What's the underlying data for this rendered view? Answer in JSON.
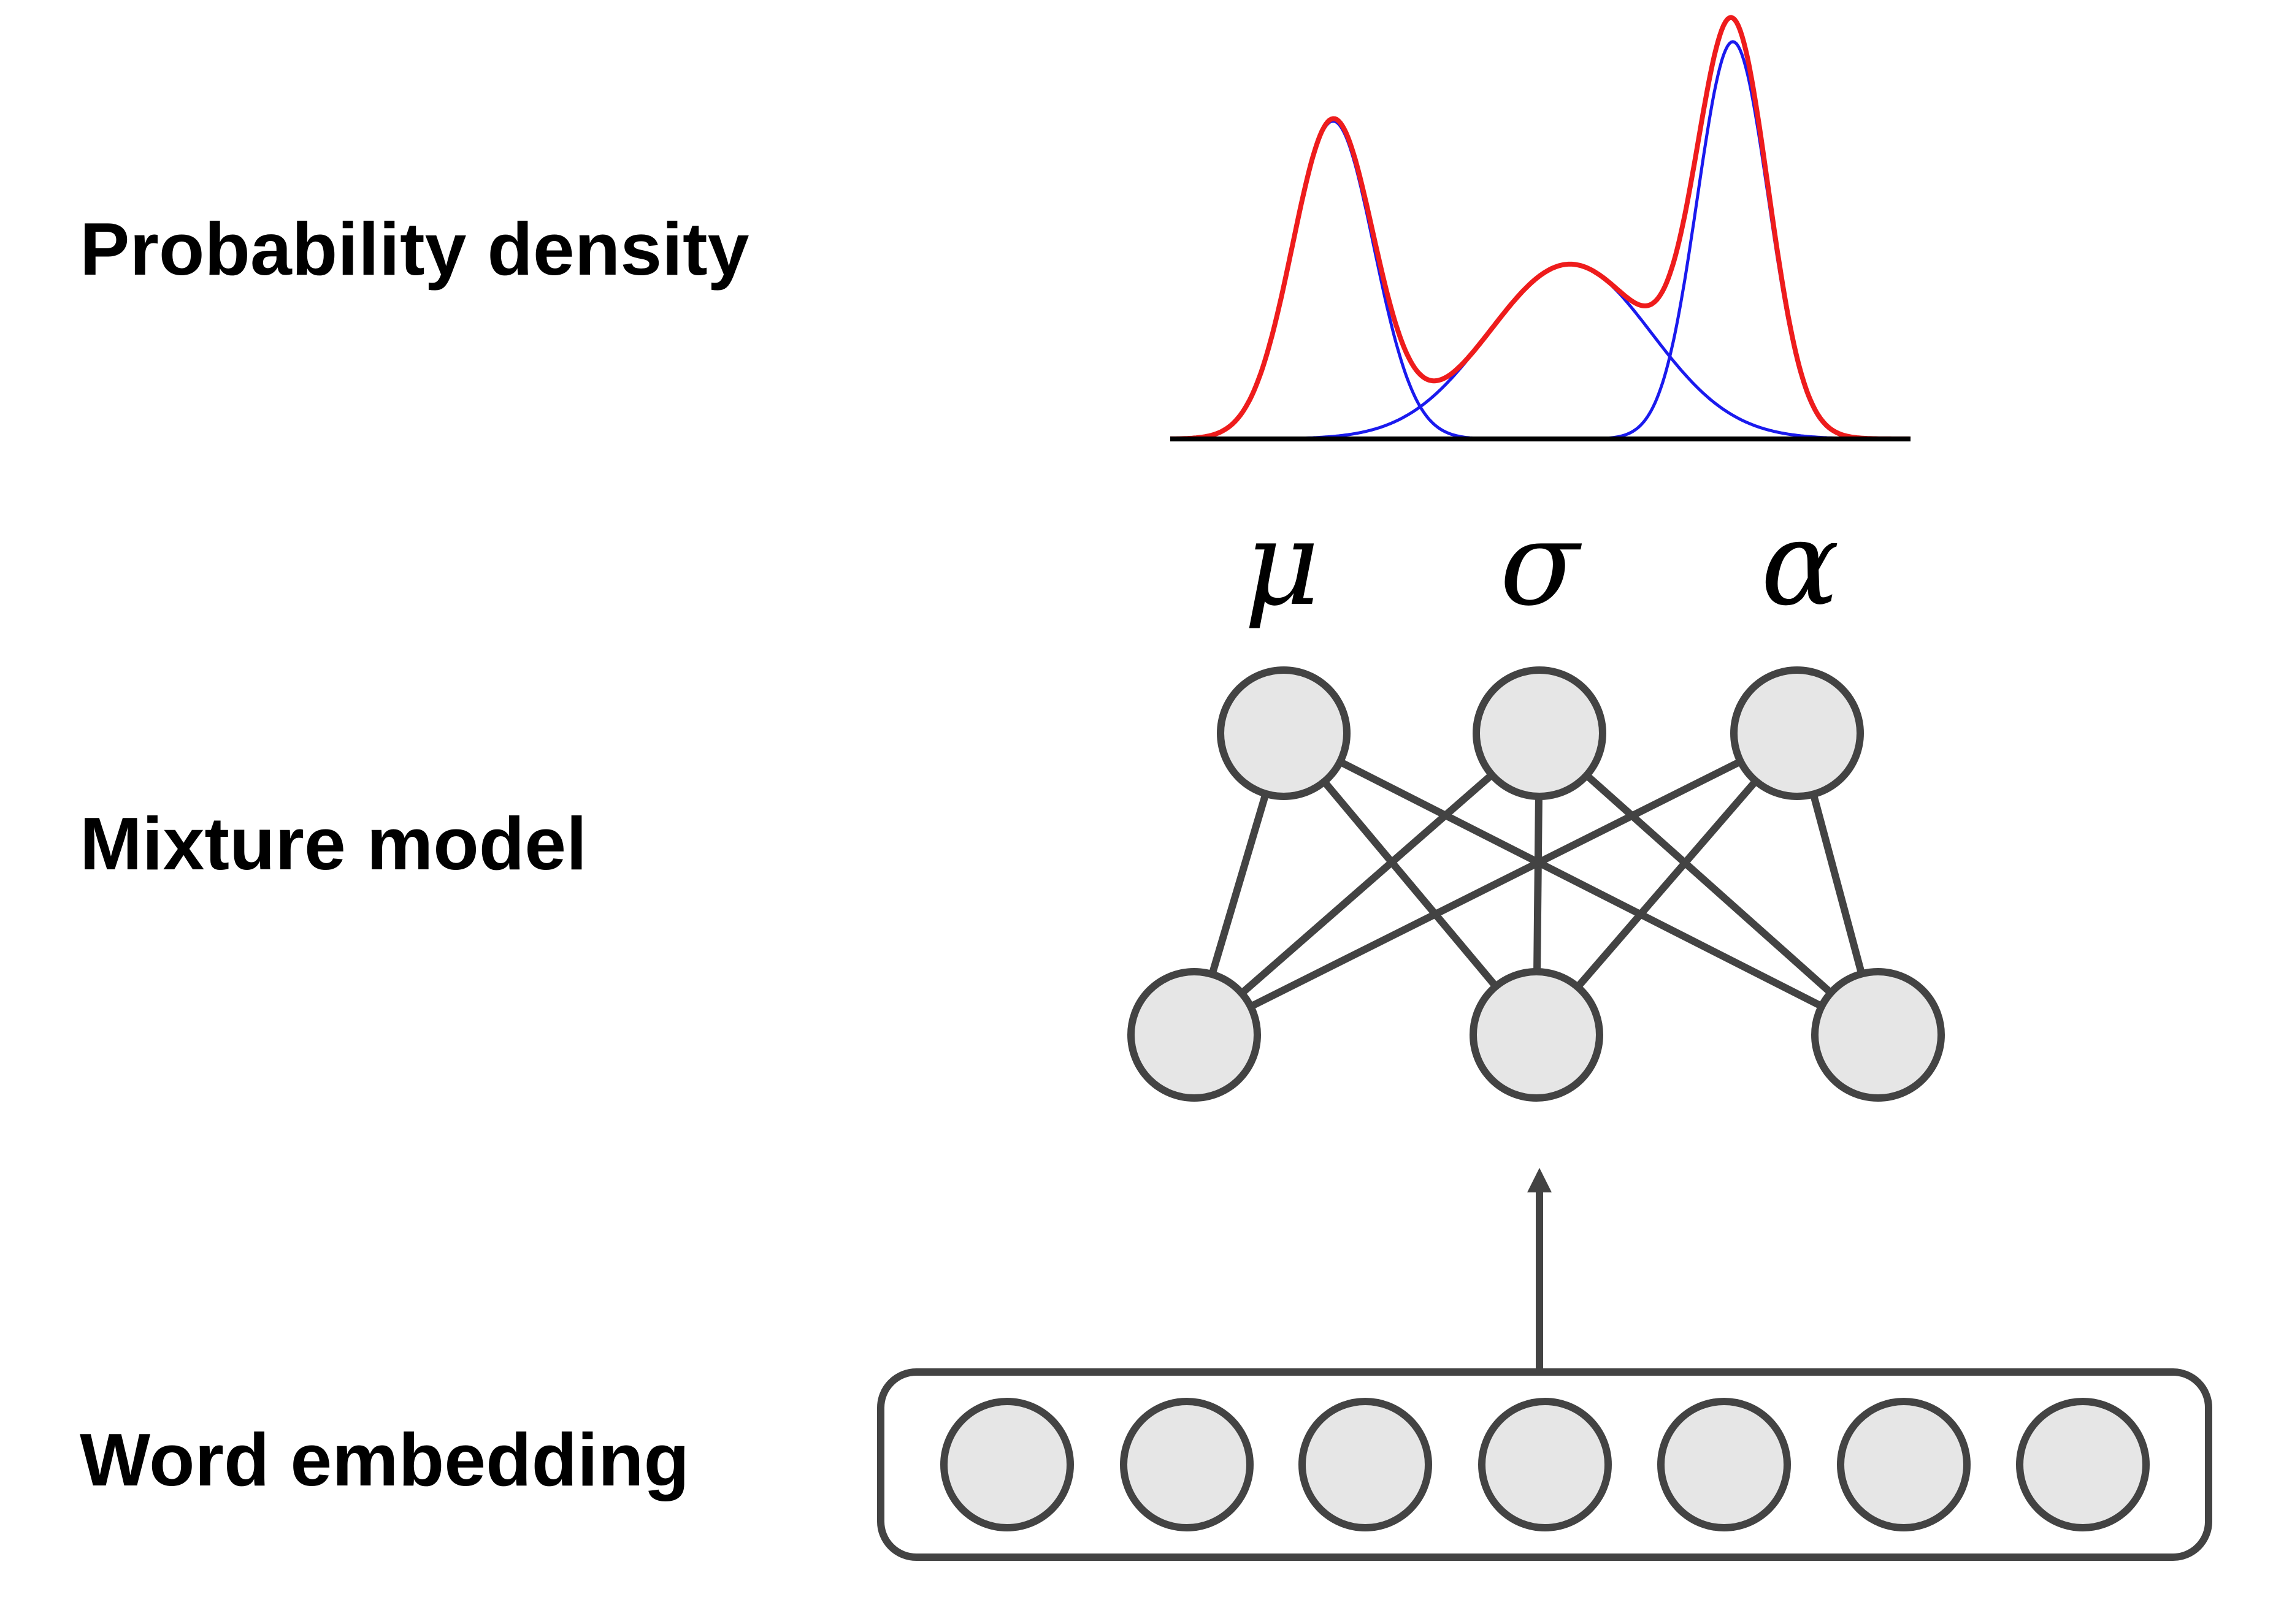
{
  "labels": {
    "probability_density": "Probability density",
    "mixture_model": "Mixture model",
    "word_embedding": "Word embedding"
  },
  "parameters": [
    {
      "symbol": "μ"
    },
    {
      "symbol": "σ"
    },
    {
      "symbol": "α"
    }
  ],
  "mixture": {
    "components": [
      {
        "mean": 0.22,
        "std": 0.055,
        "weight": 0.8
      },
      {
        "mean": 0.54,
        "std": 0.11,
        "weight": 0.44
      },
      {
        "mean": 0.76,
        "std": 0.048,
        "weight": 1.0
      }
    ],
    "colors": {
      "total": "#ee1c1c",
      "component": "#1a1aee",
      "baseline": "#000000"
    }
  },
  "network": {
    "output_nodes": 3,
    "hidden_nodes": 3,
    "embedding_nodes": 7,
    "colors": {
      "node_fill": "#e6e6e6",
      "stroke": "#434343"
    }
  }
}
